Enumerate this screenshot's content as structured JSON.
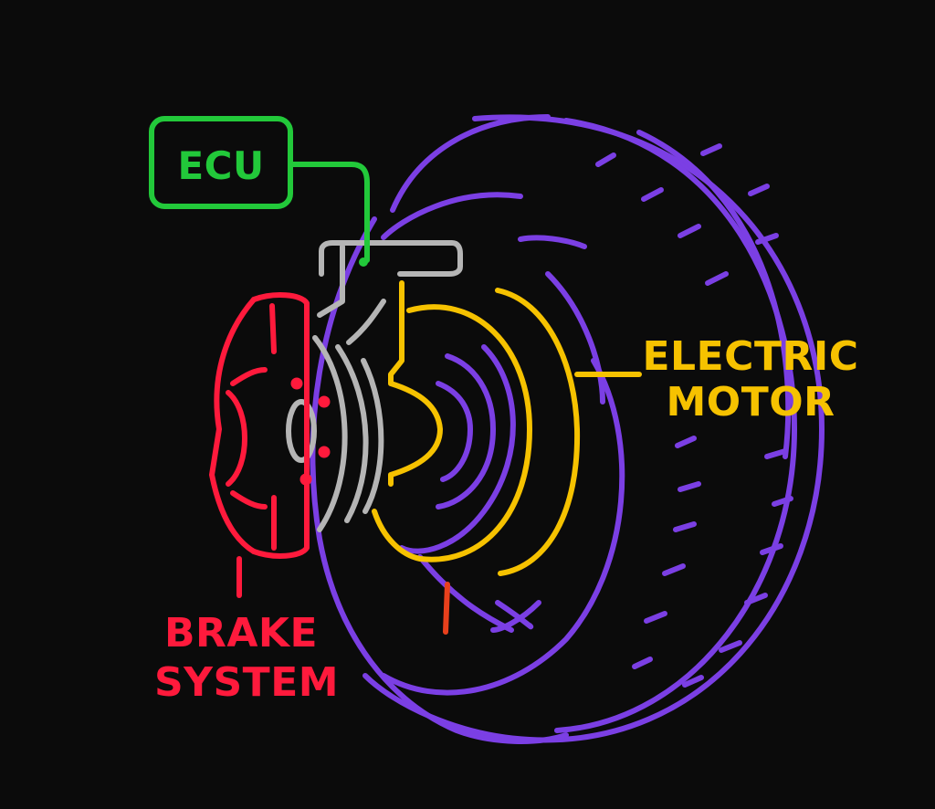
{
  "labels": {
    "ecu": "ECU",
    "electric_motor": [
      "ELECTRIC",
      "MOTOR"
    ],
    "brake_system": [
      "BRAKE",
      "SYSTEM"
    ]
  },
  "colors": {
    "background": "#0b0b0b",
    "ecu": "#22c93a",
    "motor": "#f6c200",
    "brake": "#ff1a3c",
    "tire": "#7b3fe4",
    "hub": "#b5b5b5",
    "accent": "#e8401c"
  },
  "components": [
    {
      "id": "ecu",
      "icon": "ecu-box"
    },
    {
      "id": "electric-motor",
      "icon": "motor-arcs"
    },
    {
      "id": "brake-system",
      "icon": "brake-caliper"
    },
    {
      "id": "wheel",
      "icon": "tire-wheel"
    }
  ]
}
